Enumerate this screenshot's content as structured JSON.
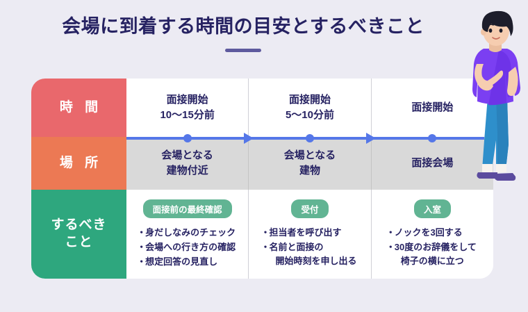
{
  "page": {
    "title": "会場に到着する時間の目安とするべきこと",
    "background_color": "#ECEBF3",
    "title_color": "#262262",
    "underline_color": "#5E5A9E"
  },
  "colors": {
    "time_label": "#E9686C",
    "place_label": "#EC7954",
    "todo_label": "#2EA77E",
    "badge": "#61B493",
    "timeline": "#5577E8",
    "place_row_bg": "#D9D9D9"
  },
  "rows": {
    "time": {
      "label": "時 間",
      "cells": [
        {
          "line1": "面接開始",
          "line2": "10〜15分前"
        },
        {
          "line1": "面接開始",
          "line2": "5〜10分前"
        },
        {
          "line1": "面接開始",
          "line2": ""
        }
      ]
    },
    "place": {
      "label": "場 所",
      "cells": [
        {
          "line1": "会場となる",
          "line2": "建物付近"
        },
        {
          "line1": "会場となる",
          "line2": "建物"
        },
        {
          "line1": "面接会場",
          "line2": ""
        }
      ]
    },
    "todo": {
      "label_line1": "するべき",
      "label_line2": "こと",
      "cells": [
        {
          "badge": "面接前の最終確認",
          "items": [
            {
              "text": "身だしなみのチェック",
              "cont": ""
            },
            {
              "text": "会場への行き方の確認",
              "cont": ""
            },
            {
              "text": "想定回答の見直し",
              "cont": ""
            }
          ]
        },
        {
          "badge": "受付",
          "items": [
            {
              "text": "担当者を呼び出す",
              "cont": ""
            },
            {
              "text": "名前と面接の",
              "cont": "開始時刻を申し出る"
            }
          ]
        },
        {
          "badge": "入室",
          "items": [
            {
              "text": "ノックを3回する",
              "cont": ""
            },
            {
              "text": "30度のお辞儀をして",
              "cont": "椅子の横に立つ"
            }
          ]
        }
      ]
    }
  },
  "timeline": {
    "dots": 3,
    "arrows": 2
  },
  "character": {
    "description": "standing-man-thinking",
    "shirt_color": "#7B3FF2",
    "pants_color": "#2E8FCB",
    "shoe_color": "#5B4B9E",
    "hair_color": "#1D1D2B",
    "skin_color": "#F6CDB0"
  }
}
